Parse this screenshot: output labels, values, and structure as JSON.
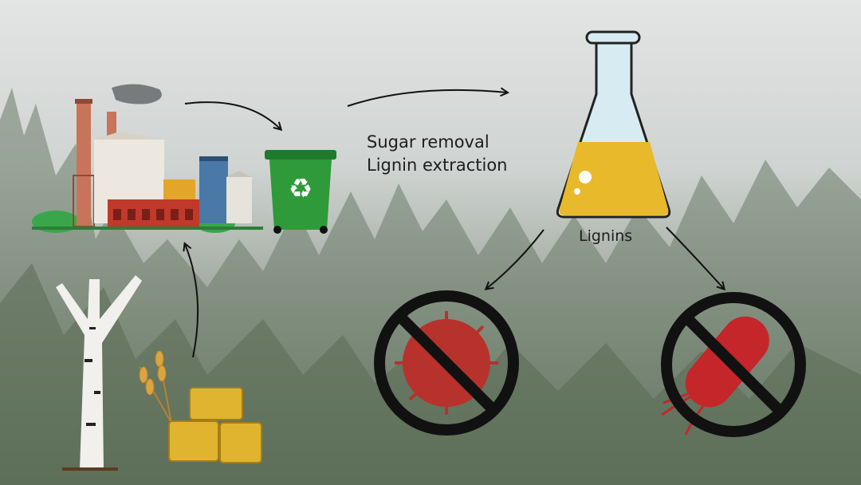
{
  "process": {
    "step_line1": "Sugar removal",
    "step_line2": "Lignin extraction",
    "product": "Lignins"
  },
  "colors": {
    "fog": "#d9dcdb",
    "forest": "#6f7f6c",
    "liquid": "#e8b92a",
    "bin": "#2e9a3a",
    "virus": "#b7322c",
    "bacteria": "#c4262a"
  }
}
